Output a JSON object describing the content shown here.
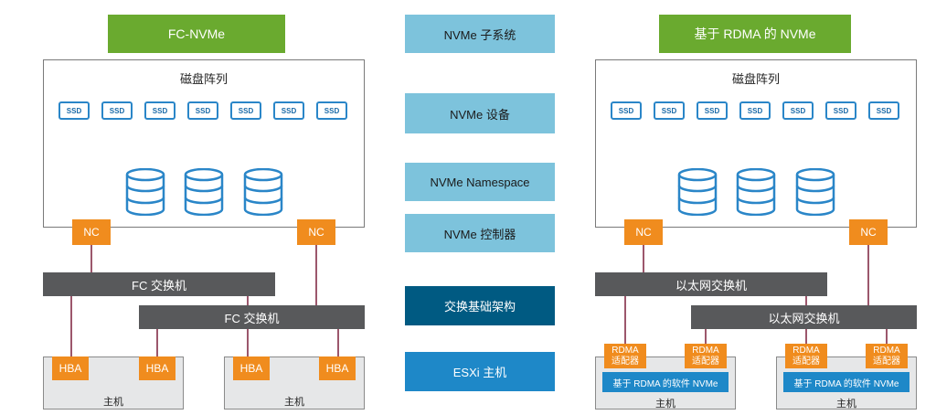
{
  "legend": {
    "subsystem": "NVMe 子系统",
    "device": "NVMe 设备",
    "namespace": "NVMe Namespace",
    "controller": "NVMe 控制器",
    "fabric": "交换基础架构",
    "host": "ESXi 主机"
  },
  "left": {
    "title": "FC-NVMe",
    "array_title": "磁盘阵列",
    "ssd_label": "SSD",
    "nc_label": "NC",
    "switch1": "FC 交换机",
    "switch2": "FC 交换机",
    "hba_label": "HBA",
    "host_label": "主机"
  },
  "right": {
    "title": "基于 RDMA 的 NVMe",
    "array_title": "磁盘阵列",
    "ssd_label": "SSD",
    "nc_label": "NC",
    "switch1": "以太网交换机",
    "switch2": "以太网交换机",
    "rdma_line1": "RDMA",
    "rdma_line2": "适配器",
    "software_nvme": "基于 RDMA 的软件 NVMe",
    "host_label": "主机"
  },
  "colors": {
    "green": "#6aaa2f",
    "legend_light": "#7dc3dc",
    "legend_dark": "#005a82",
    "legend_blue": "#1e88c8",
    "orange": "#f08c1e",
    "switch_gray": "#58595b",
    "ssd_blue": "#2a86c8",
    "link": "#7a1f3a"
  }
}
